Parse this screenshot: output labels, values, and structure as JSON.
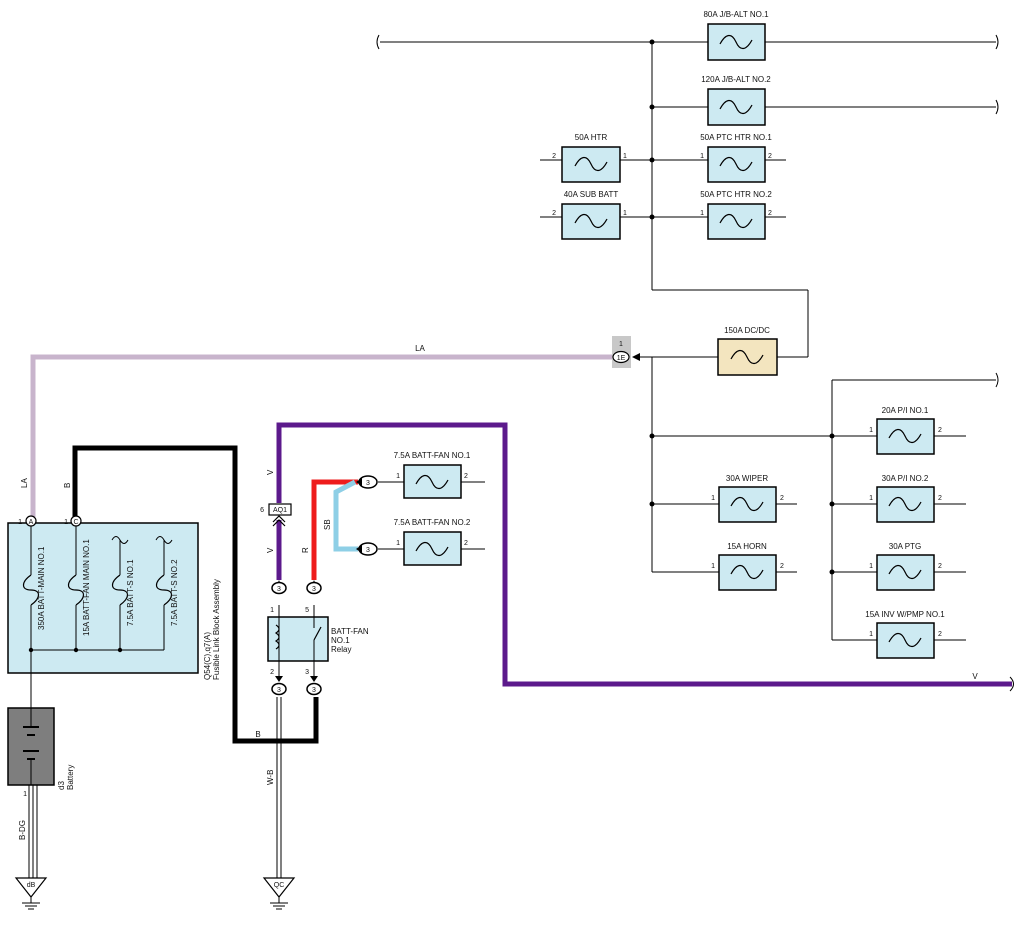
{
  "fuses": [
    {
      "name": "80A J/B-ALT NO.1"
    },
    {
      "name": "120A J/B-ALT NO.2"
    },
    {
      "name": "50A HTR",
      "pin_left": "2",
      "pin_right": "1"
    },
    {
      "name": "50A PTC HTR NO.1",
      "pin_left": "1",
      "pin_right": "2"
    },
    {
      "name": "40A SUB BATT",
      "pin_left": "2",
      "pin_right": "1"
    },
    {
      "name": "50A PTC HTR NO.2",
      "pin_left": "1",
      "pin_right": "2"
    },
    {
      "name": "150A DC/DC"
    },
    {
      "name": "20A P/I NO.1",
      "pin_left": "1",
      "pin_right": "2"
    },
    {
      "name": "30A WIPER",
      "pin_left": "1",
      "pin_right": "2"
    },
    {
      "name": "30A P/I NO.2",
      "pin_left": "1",
      "pin_right": "2"
    },
    {
      "name": "15A HORN",
      "pin_left": "1",
      "pin_right": "2"
    },
    {
      "name": "30A PTG",
      "pin_left": "1",
      "pin_right": "2"
    },
    {
      "name": "15A INV W/PMP NO.1",
      "pin_left": "1",
      "pin_right": "2"
    },
    {
      "name": "7.5A BATT-FAN NO.1",
      "pin_left": "1",
      "pin_right": "2",
      "conn": "3"
    },
    {
      "name": "7.5A BATT-FAN NO.2",
      "pin_left": "1",
      "pin_right": "2",
      "conn": "3"
    }
  ],
  "fusible_block": {
    "title_line1": "Q54(C),q7(A)",
    "title_line2": "Fusible Link Block Assembly",
    "terminal_a": "A",
    "terminal_c": "C",
    "terminal_a_pin": "1",
    "terminal_c_pin": "1",
    "fuses": [
      "350A BATT-MAIN NO.1",
      "15A BATT-FAN MAIN NO.1",
      "7.5A BATT-S NO.1",
      "7.5A BATT-S NO.2"
    ]
  },
  "battery": {
    "id": "d3",
    "name": "Battery",
    "pin": "1"
  },
  "relay": {
    "line1": "BATT-FAN",
    "line2": "NO.1",
    "line3": "Relay",
    "pin_tl": "1",
    "pin_tr": "5",
    "pin_bl": "2",
    "pin_br": "3",
    "conn_top_left": "3",
    "conn_top_right": "3",
    "conn_bot_left": "3",
    "conn_bot_right": "3"
  },
  "connector_1e": {
    "label": "1E",
    "pin": "1"
  },
  "connector_aq1": {
    "label": "AQ1",
    "pin": "6"
  },
  "grounds": [
    {
      "label": "dB"
    },
    {
      "label": "QC"
    }
  ],
  "wires": {
    "la_top": "LA",
    "la_side": "LA",
    "b_side": "B",
    "b_bottom": "B",
    "v_upper": "V",
    "v_lower": "V",
    "v_right": "V",
    "r": "R",
    "sb": "SB",
    "wb": "W-B",
    "bdg": "B-DG"
  },
  "colors": {
    "la": "#c8b4cc",
    "v": "#5c1a8c",
    "b": "#000000",
    "r": "#ee1c1c",
    "sb": "#8ecfe6",
    "fuse_fill": "#cdeaf2",
    "dcdc_fill": "#f3e5bf",
    "block_fill": "#cdeaf2",
    "battery_fill": "#7e7e7e"
  }
}
